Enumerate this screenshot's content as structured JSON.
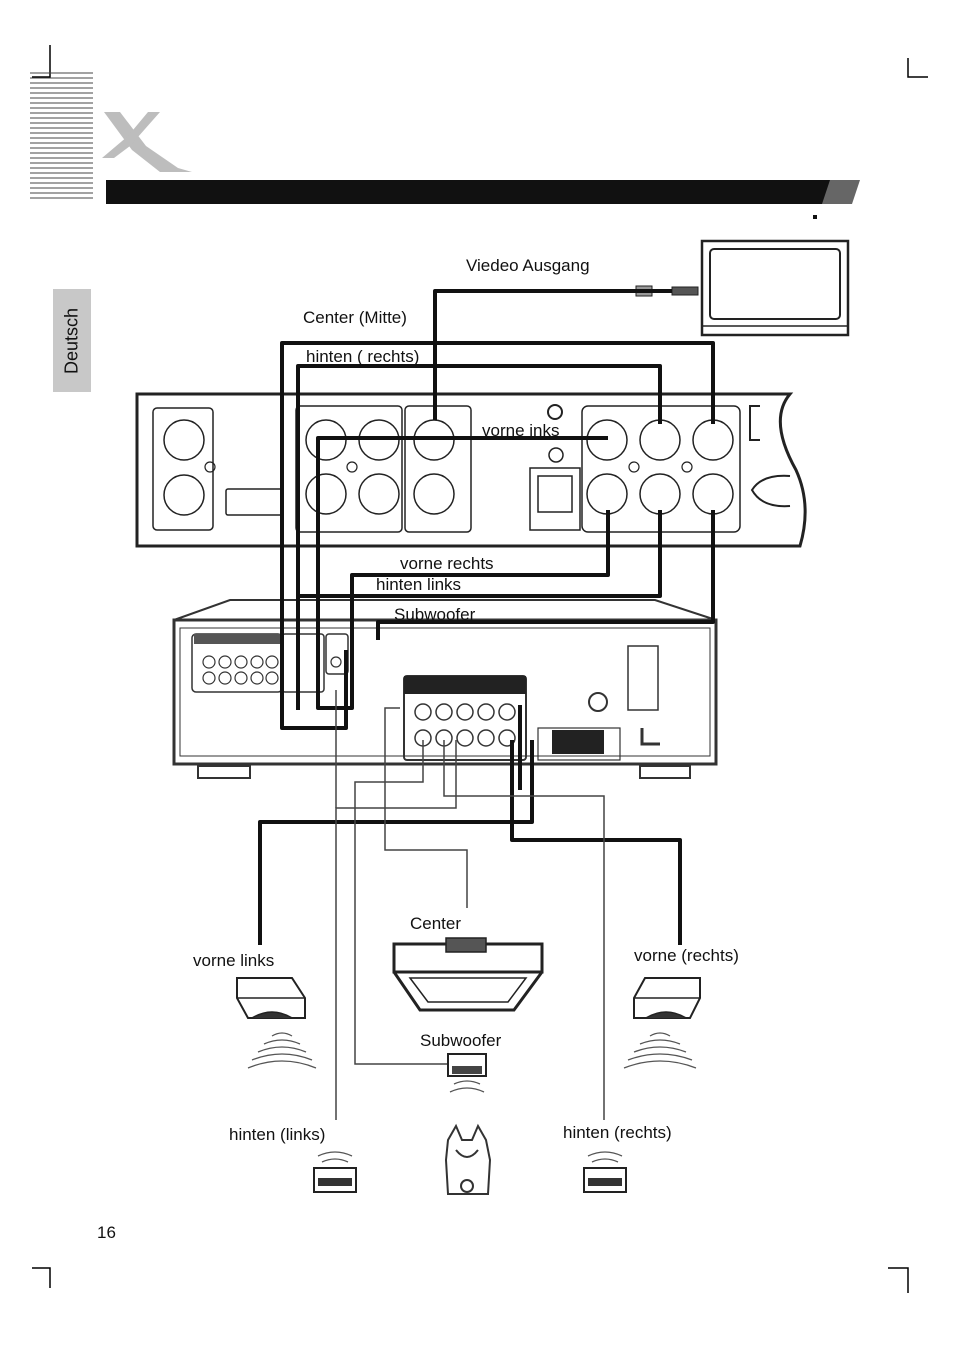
{
  "side_tab": "Deutsch",
  "page_number": "16",
  "labels": {
    "video_out": "Viedeo Ausgang",
    "center_top": "Center (Mitte)",
    "rear_right_top": "hinten ( rechts)",
    "front_left_top": "vorne inks",
    "front_right_mid": "vorne rechts",
    "rear_left_mid": "hinten links",
    "subwoofer_mid": "Subwoofer",
    "center_spk": "Center",
    "front_left_spk": "vorne links",
    "front_right_spk": "vorne (rechts)",
    "subwoofer_spk": "Subwoofer",
    "rear_left_spk": "hinten (links)",
    "rear_right_spk": "hinten (rechts)"
  },
  "icons": [
    "brand-x-logo",
    "tv-icon",
    "dvd-player-icon",
    "amplifier-icon",
    "speaker-icon",
    "subwoofer-icon",
    "listener-icon"
  ]
}
